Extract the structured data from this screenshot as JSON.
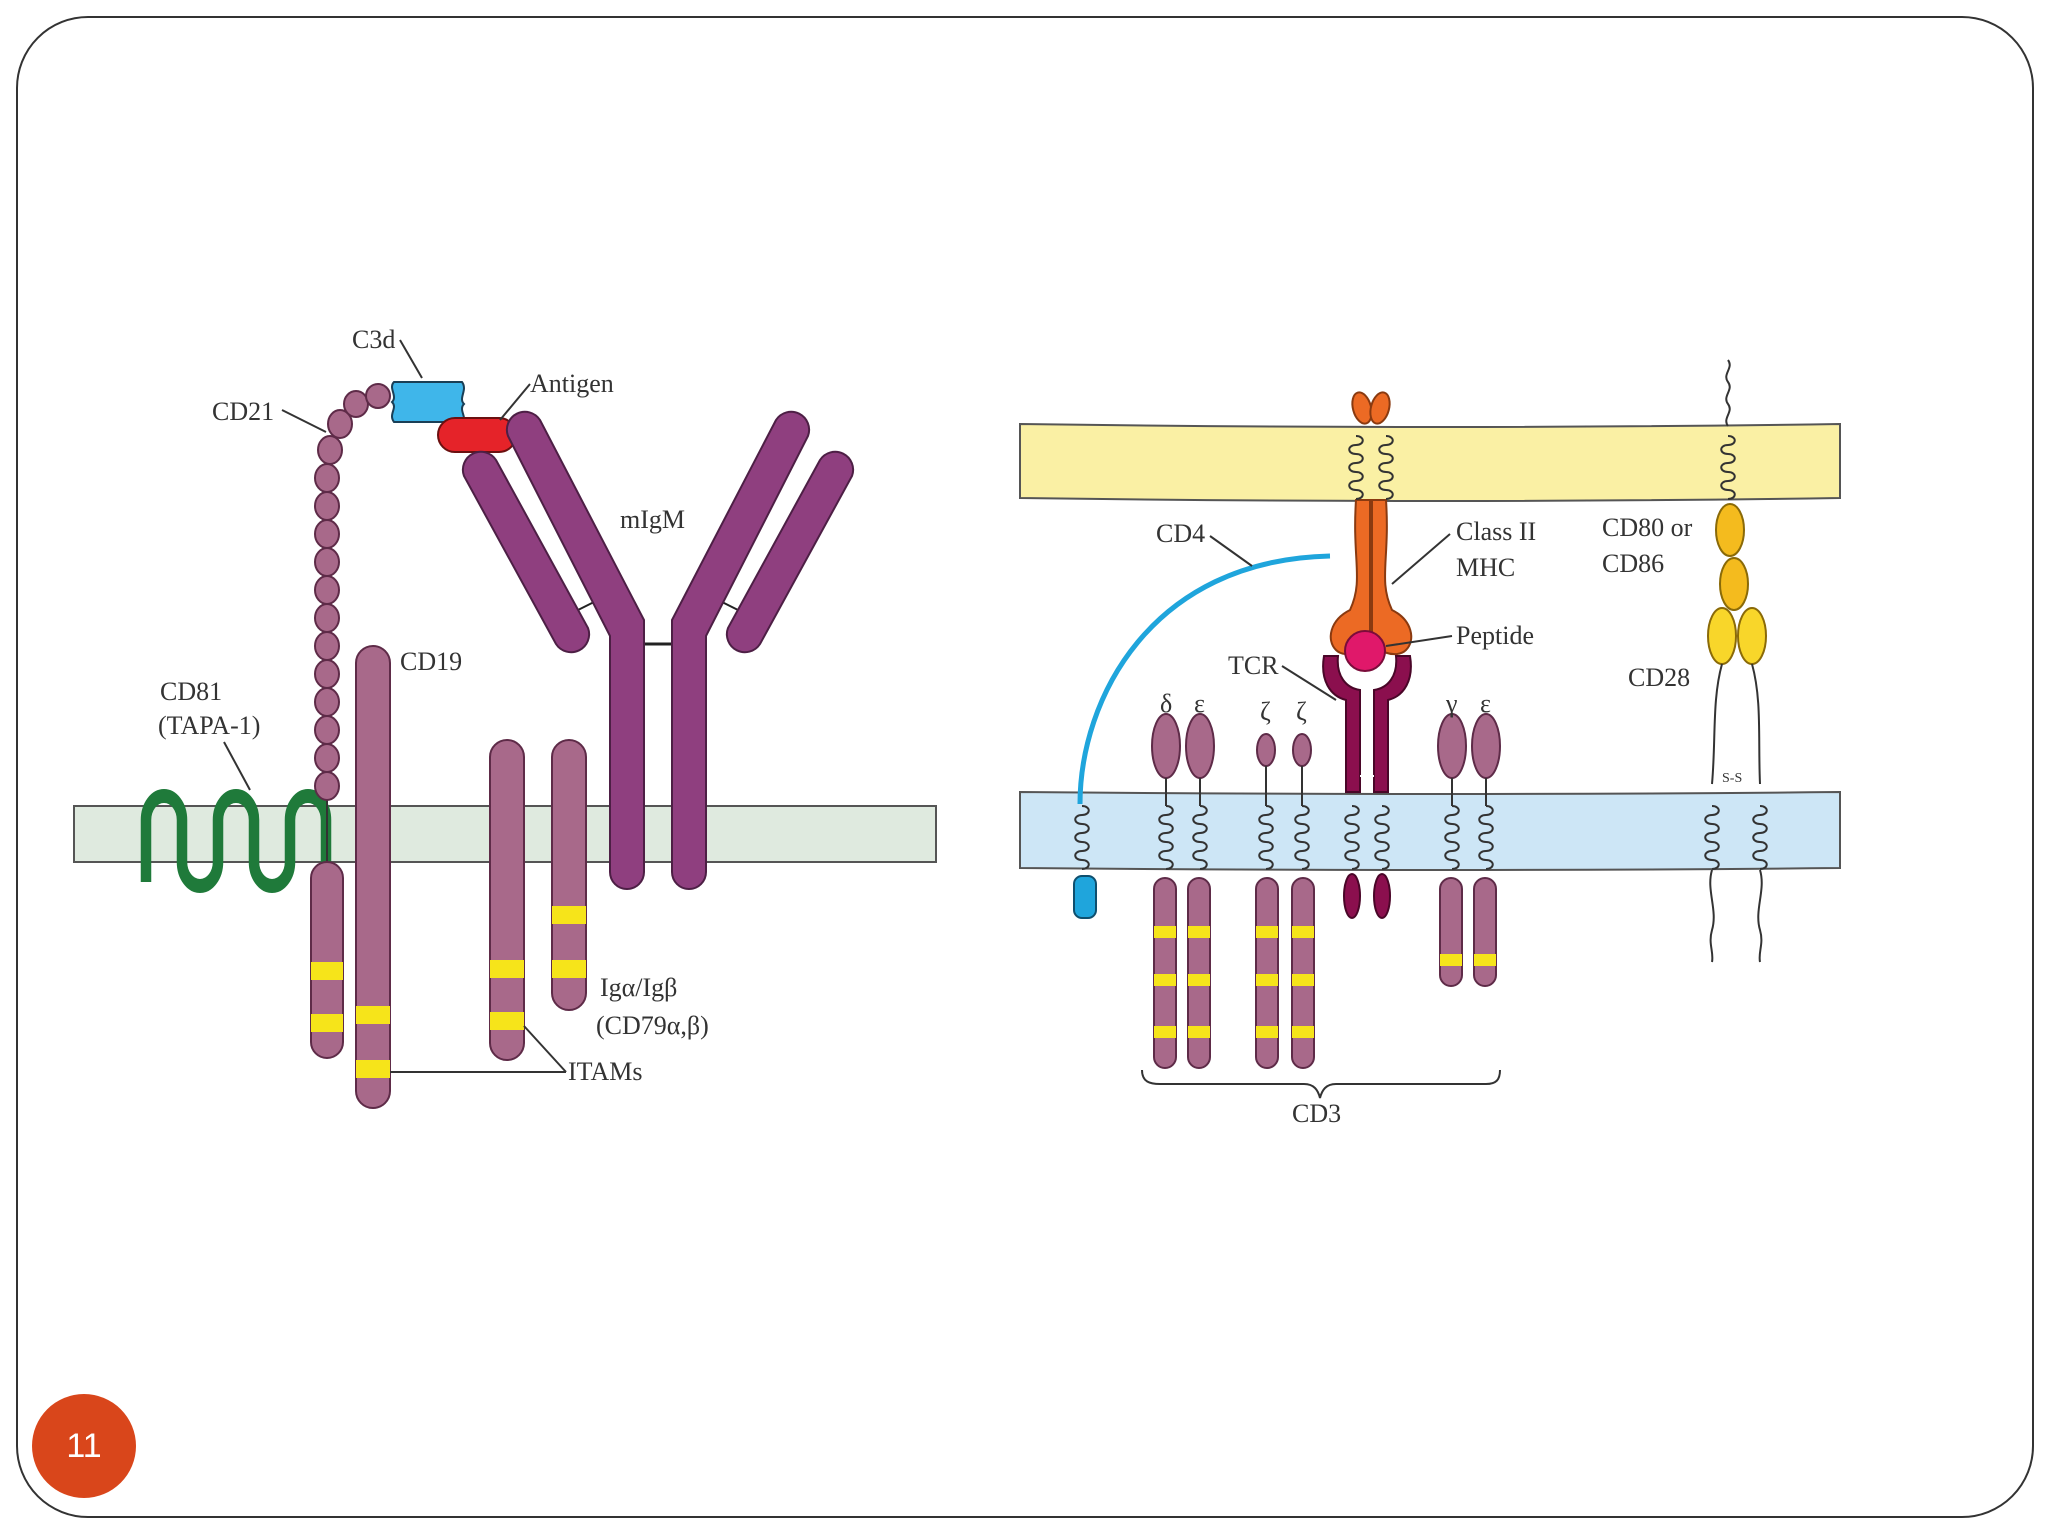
{
  "slide": {
    "page_number": "11"
  },
  "bcell": {
    "c3d": "C3d",
    "antigen": "Antigen",
    "cd21": "CD21",
    "migm": "mIgM",
    "cd19": "CD19",
    "cd81": "CD81",
    "tapa": "(TAPA-1)",
    "ig_ab": "Igα/Igβ",
    "cd79": "(CD79α,β)",
    "itams": "ITAMs"
  },
  "tcell": {
    "cd4": "CD4",
    "class2": "Class II",
    "mhc": "MHC",
    "peptide": "Peptide",
    "tcr": "TCR",
    "cd80": "CD80 or",
    "cd86": "CD86",
    "cd28": "CD28",
    "ss": "S-S",
    "delta": "δ",
    "epsilon1": "ε",
    "zeta1": "ζ",
    "zeta2": "ζ",
    "gamma": "γ",
    "epsilon2": "ε",
    "cd3": "CD3"
  },
  "colors": {
    "chain": "#a8698a",
    "chain_stroke": "#5e2b48",
    "heavy_chain": "#8f3f7f",
    "itam": "#f6e41a",
    "bcell_membrane": "#dfeadf",
    "apc_membrane": "#faf0a4",
    "tcell_membrane": "#cde6f6",
    "cd81": "#1f7a3a",
    "c3d": "#3fb6ea",
    "antigen": "#e52329",
    "cd4": "#1fa5dc",
    "mhc": "#ec6a24",
    "peptide": "#e0186a",
    "tcr": "#8b0f4e",
    "costim": "#f4bb1e",
    "badge": "#d9461b"
  }
}
